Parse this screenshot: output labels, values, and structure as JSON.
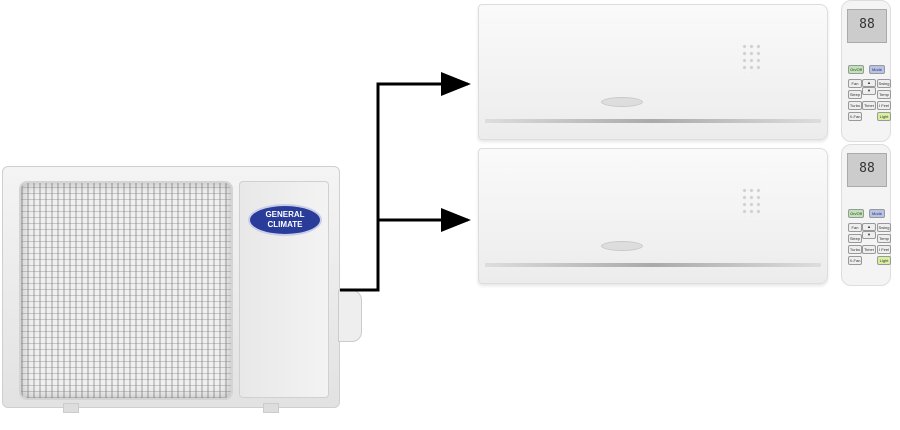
{
  "brand": {
    "line1": "GENERAL",
    "line2": "CLIMATE",
    "color": "#2a3c9a"
  },
  "remote": {
    "lcd": "88",
    "buttons": [
      "On/Off",
      "Mode",
      "Fan",
      "Swing",
      "Sleep",
      "Temp",
      "Turbo",
      "Timer",
      "I Feel",
      "X-Fan",
      "Light"
    ],
    "arrows": [
      "▲",
      "▼"
    ],
    "onoff_color": "#bfe3b4",
    "mode_color": "#b6c2ea",
    "light_color": "#d9f0a0"
  },
  "indoor_units": 2
}
